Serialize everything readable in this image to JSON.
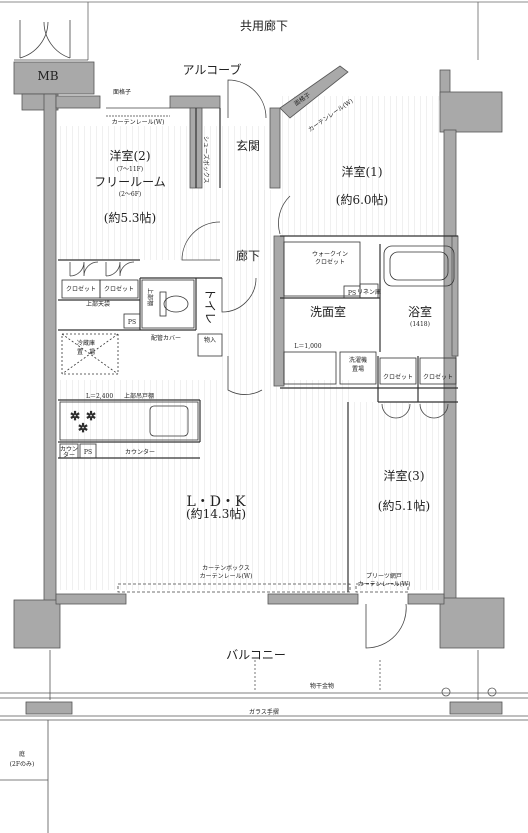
{
  "colors": {
    "wall": "#a9a9a9",
    "wall_stroke": "#555555",
    "line": "#333333",
    "floor_line": "#c8c8c8",
    "background": "#ffffff"
  },
  "labels": {
    "common_corridor": "共用廊下",
    "alcove": "アルコーブ",
    "mb": "MB",
    "lattice_left": "面格子",
    "curtain_rail_left": "カーテンレール(W)",
    "lattice_right": "面格子",
    "curtain_rail_right": "カーテンレール(W)",
    "shoe_box": "シューズボックス",
    "entrance": "玄関",
    "room2_title": "洋室(2)",
    "room2_floor_a": "(7〜11F)",
    "room2_free": "フリールーム",
    "room2_floor_b": "(2〜6F)",
    "room2_size": "(約5.3帖)",
    "room1_title": "洋室(1)",
    "room1_size": "(約6.0帖)",
    "hallway": "廊下",
    "closet_a": "クロゼット",
    "closet_b": "クロゼット",
    "upper_storage": "上部天袋",
    "toilet": "トイレ",
    "toilet_upper_shelf": "上部棚",
    "ps_1": "PS",
    "fridge": "冷蔵庫",
    "fridge_place": "置　場",
    "pipe_cover": "配管カバー",
    "storage": "物入",
    "walkin": "ウォークイン",
    "walkin_closet": "クロゼット",
    "ps_2": "PS",
    "linen": "リネン庫",
    "washroom": "洗面室",
    "bath": "浴室",
    "bath_size": "(1418)",
    "vanity_length": "L＝1,000",
    "washer": "洗濯機",
    "washer_place": "置場",
    "closet_c": "クロゼット",
    "closet_d": "クロゼット",
    "kitchen_length": "L＝2,400",
    "upper_cabinet": "上部吊戸棚",
    "counter_left_a": "カウン",
    "counter_left_b": "ター",
    "ps_3": "PS",
    "counter": "カウンター",
    "ldk": "L・D・K",
    "ldk_size": "(約14.3帖)",
    "room3_title": "洋室(3)",
    "room3_size": "(約5.1帖)",
    "curtain_box": "カーテンボックス",
    "curtain_rail_w": "カーテンレール(W)",
    "pleated_screen": "プリーツ網戸",
    "curtain_rail_w2": "カーテンレール(W)",
    "balcony": "バルコニー",
    "laundry_hardware": "物干金物",
    "glass_railing": "ガラス手摺",
    "yard": "庭",
    "yard_note": "(2Fのみ)"
  }
}
